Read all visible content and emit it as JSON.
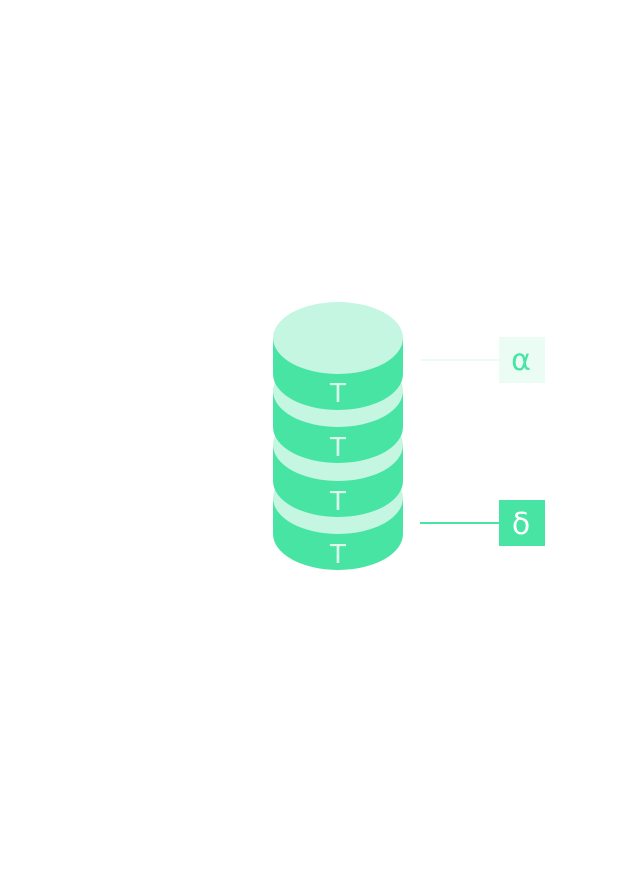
{
  "colors": {
    "disk_side": "#47e4a4",
    "disk_top": "#c5f6e1",
    "disk_label": "#ddf9ec",
    "callout_light_bg": "#ebfcf4",
    "callout_light_text": "#47e4a4",
    "callout_light_line": "#ebfcf4",
    "callout_dark_bg": "#47e4a4",
    "callout_dark_text": "#ffffff",
    "callout_dark_line": "#47e4a4"
  },
  "disks": [
    {
      "label": "T"
    },
    {
      "label": "T"
    },
    {
      "label": "T"
    },
    {
      "label": "T"
    }
  ],
  "callouts": {
    "top": {
      "text": "α"
    },
    "bottom": {
      "text": "δ"
    }
  }
}
